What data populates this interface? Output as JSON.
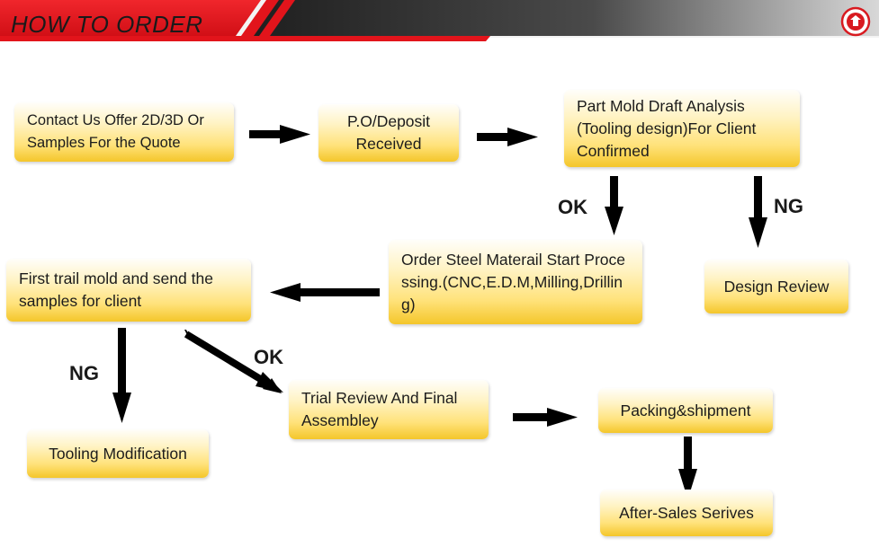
{
  "header": {
    "title": "HOW TO ORDER",
    "logo_icon": "company-logo-icon",
    "colors": {
      "band_red": "#e2141b",
      "band_dark": "#2b2b2b",
      "band_light": "#f1f1f1"
    }
  },
  "flow": {
    "steps": {
      "contact": "Contact Us Offer 2D/3D Or Samples For the Quote",
      "po_deposit": "P.O/Deposit Received",
      "draft_analysis": "Part Mold Draft Analysis (Tooling design)For Client Confirmed",
      "order_steel": "Order Steel Materail Start Processing.(CNC,E.D.M,Milling,Drilling)",
      "design_review": "Design Review",
      "first_trial": "First trail mold and send the samples for client",
      "tooling_modification": "Tooling Modification",
      "trial_review": "Trial Review And Final Assembley",
      "packing": "Packing&shipment",
      "after_sales": "After-Sales Serives"
    },
    "labels": {
      "ok_draft": "OK",
      "ng_draft": "NG",
      "ng_trial": "NG",
      "ok_trial": "OK"
    },
    "colors": {
      "box_top": "#fffefa",
      "box_bottom": "#f4c62a",
      "arrow": "#000000"
    }
  }
}
